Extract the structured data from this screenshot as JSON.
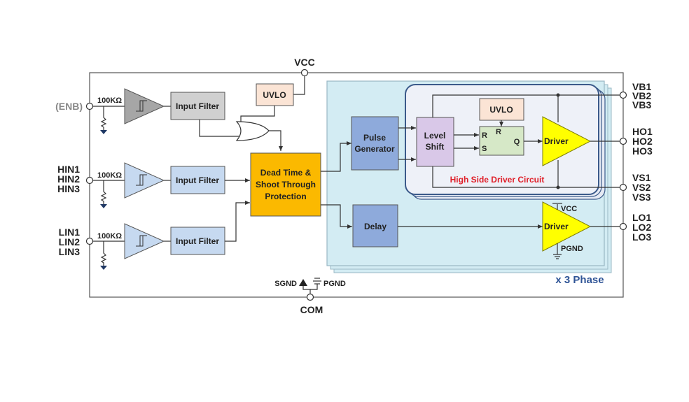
{
  "supply": {
    "vcc": "VCC",
    "com": "COM",
    "sgnd": "SGND",
    "pgnd": "PGND"
  },
  "inputs": {
    "enb": "(ENB)",
    "hin": [
      "HIN1",
      "HIN2",
      "HIN3"
    ],
    "lin": [
      "LIN1",
      "LIN2",
      "LIN3"
    ],
    "resistor": "100KΩ"
  },
  "blocks": {
    "input_filter": "Input Filter",
    "uvlo": "UVLO",
    "dead_time": [
      "Dead Time &",
      "Shoot Through",
      "Protection"
    ],
    "pulse_gen": [
      "Pulse",
      "Generator"
    ],
    "level_shift": [
      "Level",
      "Shift"
    ],
    "delay": "Delay",
    "driver": "Driver",
    "high_side_label": "High Side Driver Circuit",
    "phase_label": "x 3 Phase",
    "latch": {
      "r": "R",
      "s": "S",
      "q": "Q",
      "r_top": "R"
    },
    "driver_vcc": "VCC",
    "driver_pgnd": "PGND"
  },
  "outputs": {
    "vb": [
      "VB1",
      "VB2",
      "VB3"
    ],
    "ho": [
      "HO1",
      "HO2",
      "HO3"
    ],
    "vs": [
      "VS1",
      "VS2",
      "VS3"
    ],
    "lo": [
      "LO1",
      "LO2",
      "LO3"
    ]
  },
  "colors": {
    "phase_bg": "#d3ecf3",
    "high_side_bg": "#eef1f8",
    "high_side_border": "#3b5a8a",
    "input_filter_grey": "#d0d0d0",
    "input_filter_blue": "#c6d9f0",
    "uvlo_fill": "#fbe4d5",
    "dead_time_fill": "#fbb900",
    "pulse_fill": "#8eaadb",
    "level_fill": "#d9c8e8",
    "latch_fill": "#d6e8c7",
    "driver_fill": "#ffff00",
    "enb_text": "#888888",
    "label_red": "#e0202a",
    "phase_text": "#2f5496"
  }
}
